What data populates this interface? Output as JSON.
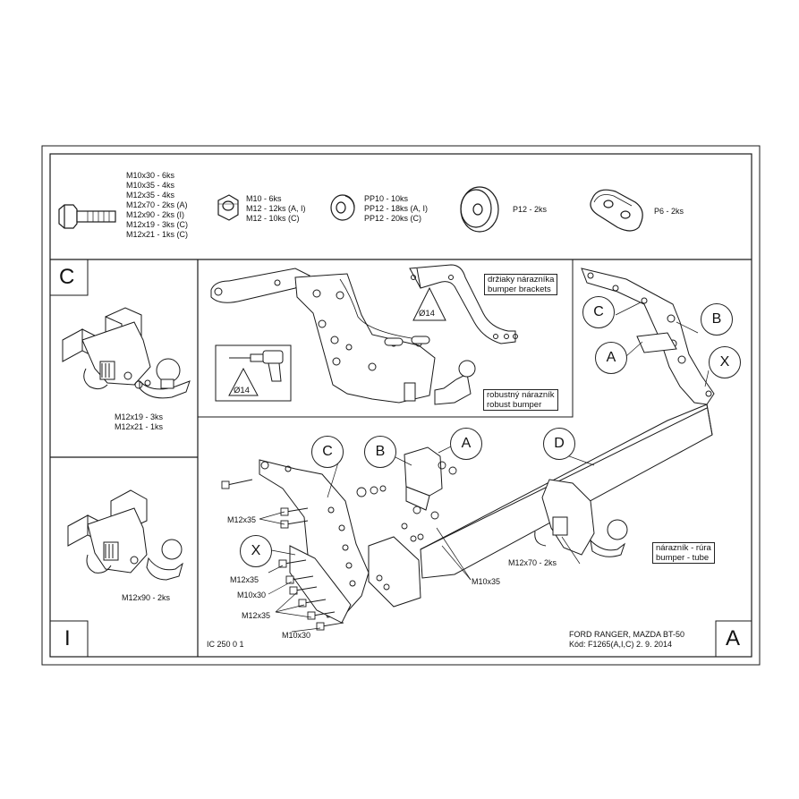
{
  "hardware": {
    "bolts": [
      "M10x30 - 6ks",
      "M10x35 - 4ks",
      "M12x35 - 4ks",
      "M12x70 - 2ks (A)",
      "M12x90 - 2ks (I)",
      "M12x19 - 3ks (C)",
      "M12x21 - 1ks (C)"
    ],
    "nuts": [
      "M10 - 6ks",
      "M12 - 12ks (A, I)",
      "M12 - 10ks (C)"
    ],
    "washers": [
      "PP10 - 10ks",
      "PP12 - 18ks (A, I)",
      "PP12 - 20ks (C)"
    ],
    "plate_p12": "P12 - 2ks",
    "plate_p6": "P6 - 2ks"
  },
  "panels": {
    "c_letter": "C",
    "c_bolt_1": "M12x19 - 3ks",
    "c_bolt_2": "M12x21 - 1ks",
    "i_letter": "I",
    "i_bolt": "M12x90 - 2ks",
    "a_letter": "A"
  },
  "detail": {
    "bracket_label_1": "držiaky nárazníka",
    "bracket_label_2": "bumper brackets",
    "robust_label_1": "robustný nárazník",
    "robust_label_2": "robust bumper",
    "drill_diameter_1": "Ø14",
    "drill_diameter_2": "Ø14"
  },
  "callouts": {
    "c_top": "C",
    "b_top": "B",
    "a_top": "A",
    "x_top": "X",
    "c_main": "C",
    "b_main": "B",
    "a_main": "A",
    "d_main": "D",
    "x_main": "X"
  },
  "main": {
    "bolt_labels": [
      "M12x35",
      "M12x35",
      "M10x30",
      "M12x35",
      "M10x30"
    ],
    "m10x35": "M10x35",
    "m12x70": "M12x70 - 2ks",
    "tube_label_1": "nárazník - rúra",
    "tube_label_2": "bumper - tube"
  },
  "footer": {
    "code": "IC 250 0 1",
    "vehicle": "FORD RANGER, MAZDA BT-50",
    "kod": "Kód: F1265(A,I,C)  2. 9. 2014"
  }
}
